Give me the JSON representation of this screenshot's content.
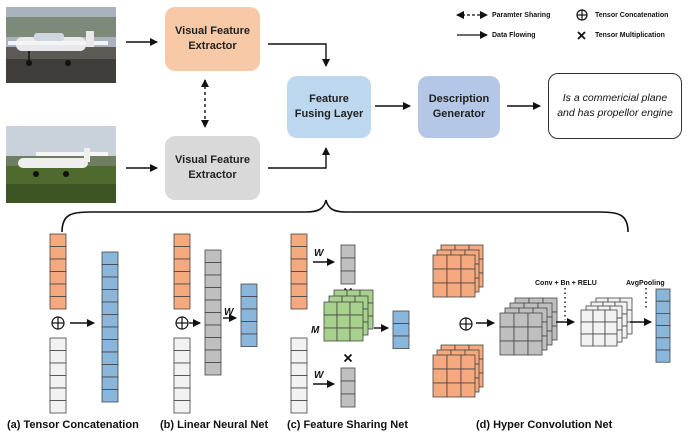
{
  "blocks": {
    "extractor_top": "Visual Feature Extractor",
    "extractor_bottom": "Visual Feature Extractor",
    "fusing": "Feature Fusing Layer",
    "generator": "Description Generator"
  },
  "output_text": "Is a commericial plane and has propellor engine",
  "legend": {
    "sharing": "Paramter Sharing",
    "flowing": "Data Flowing",
    "concatenation": "Tensor Concatenation",
    "multiplication": "Tensor Multiplication"
  },
  "subfigures": {
    "a": "(a) Tensor Concatenation",
    "b": "(b) Linear Neural Net",
    "c": "(c) Feature Sharing Net",
    "d": "(d) Hyper Convolution Net"
  },
  "labels": {
    "w": "W",
    "m": "M",
    "conv": "Conv + Bn + RELU",
    "avgpool": "AvgPooling"
  },
  "colors": {
    "orange": "#f4a97e",
    "grey": "#d9d9d9",
    "light": "#f2f2f2",
    "blue": "#8ab6dc",
    "green": "#a9d18e",
    "fusing": "#bdd7ee",
    "generator": "#b4c7e7"
  }
}
